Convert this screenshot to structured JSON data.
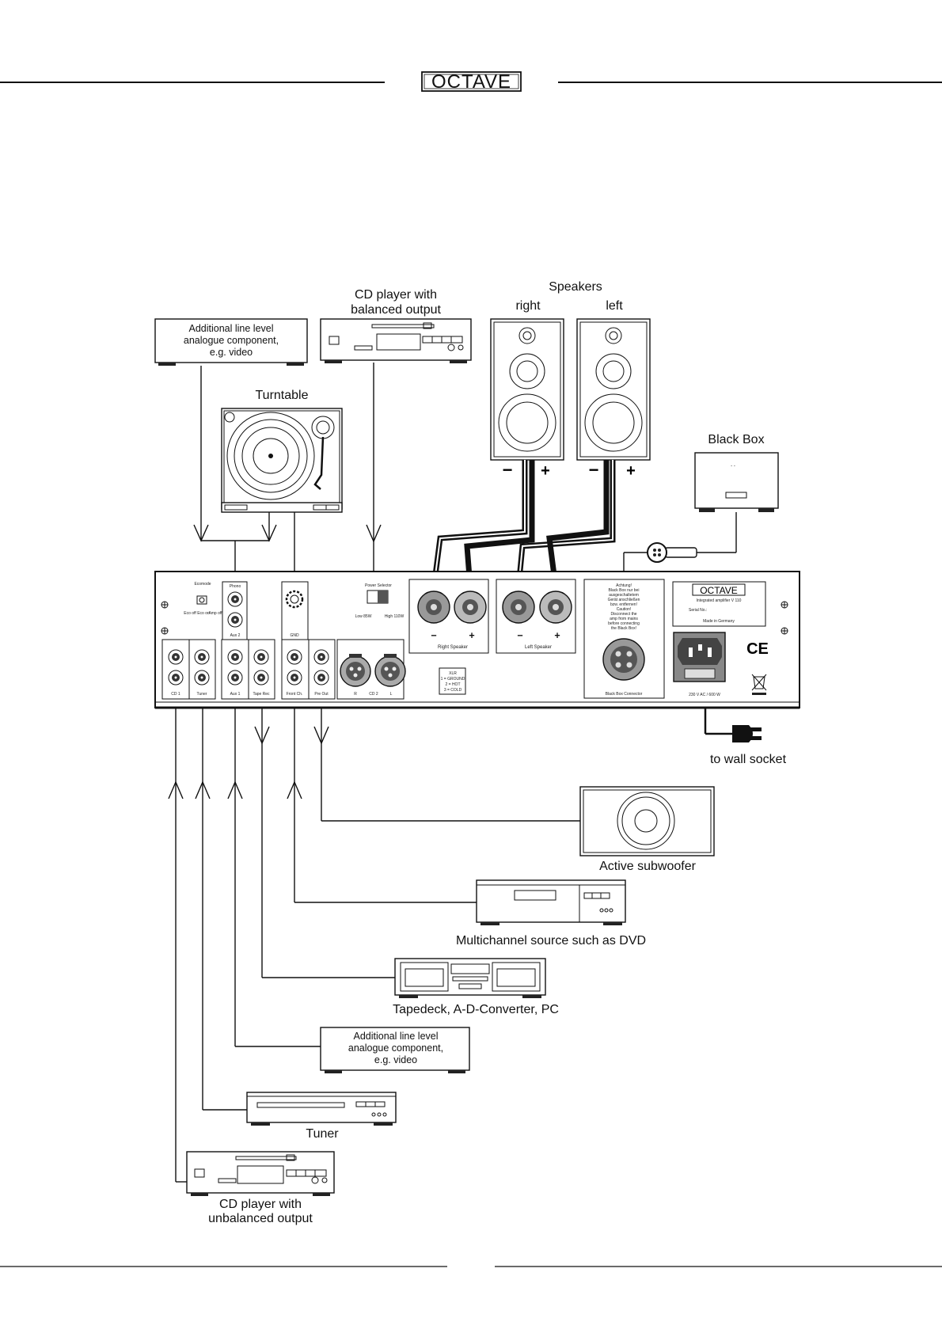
{
  "brand": {
    "logo_text": "OCTAVE"
  },
  "labels": {
    "speakers": "Speakers",
    "right": "right",
    "left": "left",
    "cd_balanced_1": "CD player with",
    "cd_balanced_2": "balanced output",
    "aux_top_1": "Additional line level",
    "aux_top_2": "analogue component,",
    "aux_top_3": "e.g. video",
    "turntable": "Turntable",
    "black_box": "Black Box",
    "to_wall_socket": "to wall socket",
    "active_subwoofer": "Active subwoofer",
    "multichannel": "Multichannel source such as DVD",
    "tapedeck": "Tapedeck, A-D-Converter, PC",
    "aux_bottom_1": "Additional line level",
    "aux_bottom_2": "analogue component,",
    "aux_bottom_3": "e.g. video",
    "tuner": "Tuner",
    "cd_unbalanced_1": "CD player with",
    "cd_unbalanced_2": "unbalanced output",
    "minus": "−",
    "plus": "+"
  },
  "panel": {
    "ecomode": "Ecomode",
    "eco_off": "Eco off",
    "eco_on": "Eco on",
    "amp_off": "Amp off",
    "phono": "Phono",
    "aux2": "Aux 2",
    "gnd": "GND",
    "power_selector": "Power Selector",
    "low": "Low 85W",
    "high": "High 110W",
    "right_speaker": "Right Speaker",
    "left_speaker": "Left Speaker",
    "warn_1": "Achtung!",
    "warn_2": "Black Box nur bei",
    "warn_3": "ausgeschaltetem",
    "warn_4": "Gerät anschließen",
    "warn_5": "bzw. entfernen!",
    "warn_6": "Caution!",
    "warn_7": "Disconnect the",
    "warn_8": "amp from mains",
    "warn_9": "before connecting",
    "warn_10": "the Black Box!",
    "black_box_connector": "Black Box Connector",
    "plate_logo": "OCTAVE",
    "plate_model": "Integrated amplifier V 110",
    "plate_serial": "Serial No.:",
    "plate_made": "Made in Germany",
    "mains": "230 V AC / 600 W",
    "xlr_1": "1 = GROUND",
    "xlr_2": "2 = HOT",
    "xlr_3": "3 = COLD",
    "xlr_r": "R",
    "xlr_cd2": "CD 2",
    "xlr_l": "L",
    "ce": "CE",
    "inputs": [
      "CD 1",
      "Tuner",
      "Aux 1",
      "Tape Rec",
      "Front Ch.",
      "Pre Out"
    ]
  }
}
